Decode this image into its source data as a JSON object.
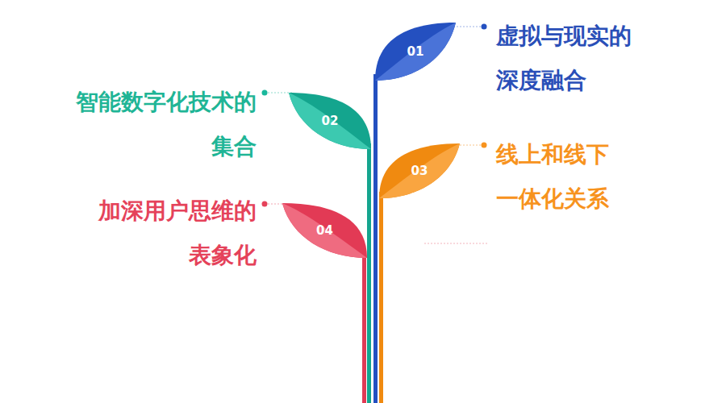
{
  "diagram": {
    "nodes": [
      {
        "text": [
          "01",
          "虚拟与现实的深度融合"
        ]
      },
      {
        "text": [
          "02",
          "智能数字化技术的集合"
        ]
      },
      {
        "text": [
          "03",
          "线上和线下一体化关系"
        ]
      },
      {
        "text": [
          "04",
          "加深用户思维的表象化"
        ]
      }
    ]
  }
}
